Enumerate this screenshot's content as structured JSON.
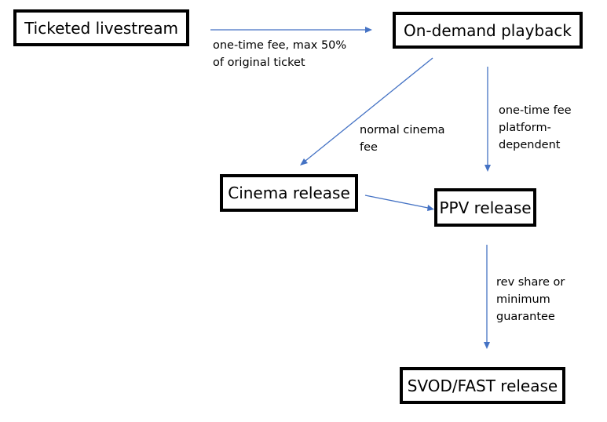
{
  "nodes": {
    "ticketed_livestream": "Ticketed livestream",
    "on_demand_playback": "On-demand playback",
    "cinema_release": "Cinema release",
    "ppv_release": "PPV release",
    "svod_fast_release": "SVOD/FAST release"
  },
  "edges": {
    "livestream_to_on_demand": {
      "lines": [
        "one-time fee, max 50%",
        "of original ticket"
      ]
    },
    "on_demand_to_cinema": {
      "lines": [
        "normal cinema",
        "fee"
      ]
    },
    "on_demand_to_ppv": {
      "lines": [
        "one-time fee",
        "platform-",
        "dependent"
      ]
    },
    "ppv_to_svod": {
      "lines": [
        "rev share or",
        "minimum",
        "guarantee"
      ]
    },
    "cinema_to_ppv": {
      "lines": []
    }
  },
  "colors": {
    "arrow": "#4472C4",
    "node_border": "#000000",
    "background": "#FFFFFF"
  }
}
